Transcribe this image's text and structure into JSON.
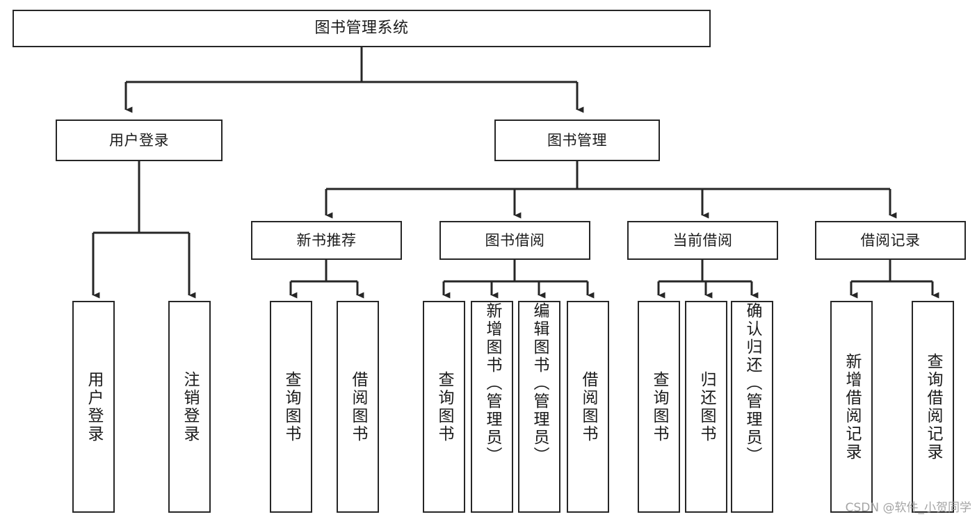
{
  "diagram": {
    "type": "tree",
    "title": "图书管理系统",
    "watermark": "CSDN @软件_小贺同学",
    "colors": {
      "stroke": "#262626",
      "fill": "#ffffff",
      "text": "#1a1a1a",
      "watermark": "#9b9b9b"
    },
    "nodes": {
      "root": {
        "label": "图书管理系统"
      },
      "level2": [
        {
          "id": "user-login",
          "label": "用户登录"
        },
        {
          "id": "book-manage",
          "label": "图书管理"
        }
      ],
      "level3": [
        {
          "id": "new-book-recommend",
          "label": "新书推荐"
        },
        {
          "id": "book-borrow",
          "label": "图书借阅"
        },
        {
          "id": "current-borrow",
          "label": "当前借阅"
        },
        {
          "id": "borrow-record",
          "label": "借阅记录"
        }
      ],
      "leaves": {
        "user-login": [
          {
            "id": "leaf-user-login",
            "label": "用户登录"
          },
          {
            "id": "leaf-user-logout",
            "label": "注销登录"
          }
        ],
        "new-book-recommend": [
          {
            "id": "leaf-query-book-1",
            "label": "查询图书"
          },
          {
            "id": "leaf-borrow-book-1",
            "label": "借阅图书"
          }
        ],
        "book-borrow": [
          {
            "id": "leaf-query-book-2",
            "label": "查询图书"
          },
          {
            "id": "leaf-add-book",
            "label": "新增图书（管理员）"
          },
          {
            "id": "leaf-edit-book",
            "label": "编辑图书（管理员）"
          },
          {
            "id": "leaf-borrow-book-2",
            "label": "借阅图书"
          }
        ],
        "current-borrow": [
          {
            "id": "leaf-query-book-3",
            "label": "查询图书"
          },
          {
            "id": "leaf-return-book",
            "label": "归还图书"
          },
          {
            "id": "leaf-confirm-return",
            "label": "确认归还（管理员）"
          }
        ],
        "borrow-record": [
          {
            "id": "leaf-add-record",
            "label": "新增借阅记录"
          },
          {
            "id": "leaf-query-record",
            "label": "查询借阅记录"
          }
        ]
      }
    }
  }
}
